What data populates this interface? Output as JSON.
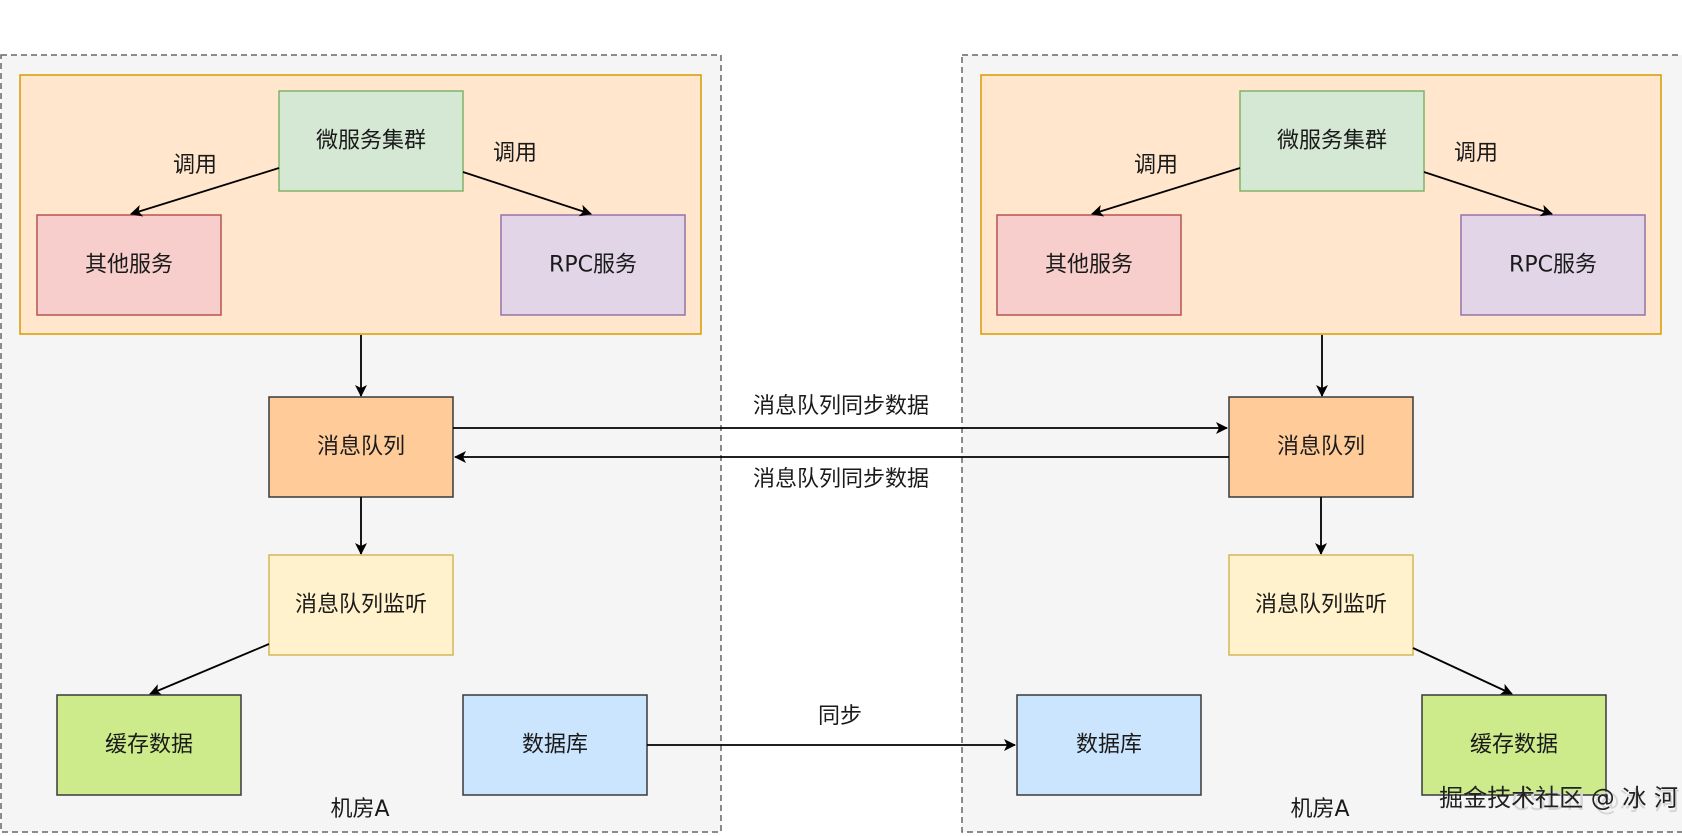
{
  "rooms": [
    {
      "label": "机房A",
      "cluster": {
        "label": "微服务集群"
      },
      "call_left_label": "调用",
      "call_right_label": "调用",
      "other_service": {
        "label": "其他服务"
      },
      "rpc_service": {
        "label": "RPC服务"
      },
      "mq": {
        "label": "消息队列"
      },
      "listener": {
        "label": "消息队列监听"
      },
      "cache": {
        "label": "缓存数据"
      },
      "db": {
        "label": "数据库"
      }
    },
    {
      "label": "机房A",
      "cluster": {
        "label": "微服务集群"
      },
      "call_left_label": "调用",
      "call_right_label": "调用",
      "other_service": {
        "label": "其他服务"
      },
      "rpc_service": {
        "label": "RPC服务"
      },
      "mq": {
        "label": "消息队列"
      },
      "listener": {
        "label": "消息队列监听"
      },
      "cache": {
        "label": "缓存数据"
      },
      "db": {
        "label": "数据库"
      }
    }
  ],
  "links": {
    "mq_sync_forward": "消息队列同步数据",
    "mq_sync_backward": "消息队列同步数据",
    "db_sync": "同步"
  },
  "watermark": "掘金技术社区 @ 冰 河",
  "colors": {
    "room_fill": "#f5f5f5",
    "app_group_fill": "#ffe6cc",
    "app_group_stroke": "#d79b00",
    "cluster_fill": "#d5e8d4",
    "cluster_stroke": "#82b366",
    "other_fill": "#f8cecc",
    "other_stroke": "#b85450",
    "rpc_fill": "#e1d5e7",
    "rpc_stroke": "#9673a6",
    "mq_fill": "#ffcc99",
    "listener_fill": "#fff2cc",
    "listener_stroke": "#d6b656",
    "cache_fill": "#cdeb8b",
    "db_fill": "#cce5ff"
  }
}
